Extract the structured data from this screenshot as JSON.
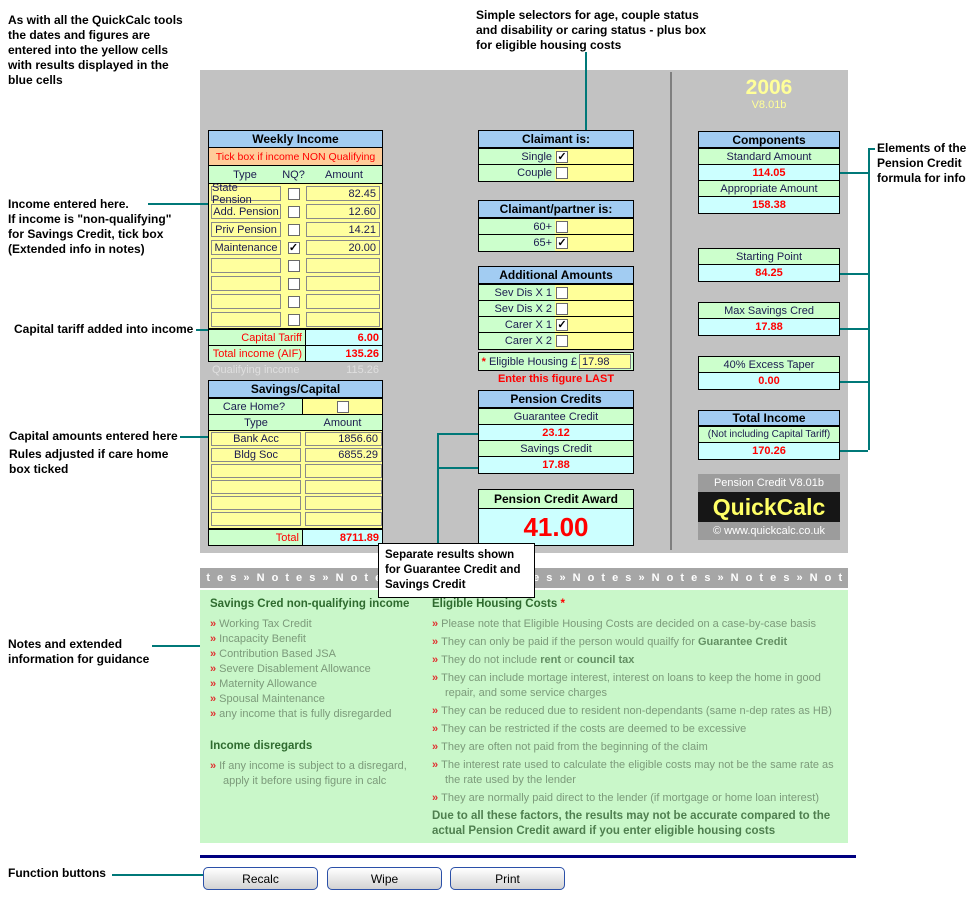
{
  "colors": {
    "panel_gray": "#C2C2C2",
    "header_blue": "#A2CCF2",
    "cell_green": "#CCFFCC",
    "cell_yellow": "#FFFF99",
    "result_blue": "#CCFFFF",
    "warning_orange": "#FFCC99",
    "value_red": "#FF0000",
    "teal_line": "#007878",
    "notes_green": "#C9F7C9",
    "navy_rule": "#000080",
    "title_yellow": "#FFFF99"
  },
  "annotations": {
    "top_left": [
      "As with all the QuickCalc tools",
      "the dates and figures are",
      "entered into the yellow cells",
      "with results displayed in the",
      "blue cells"
    ],
    "top_center": [
      "Simple selectors for age, couple status",
      "and disability or caring status - plus box",
      "for eligible housing costs"
    ],
    "right_formula": [
      "Elements of the",
      "Pension Credit",
      "formula for info"
    ],
    "income": [
      "Income entered here.",
      "If income is \"non-qualifying\"",
      "for Savings Credit, tick box",
      "(Extended info in notes)"
    ],
    "capital_tariff": "Capital tariff added into income",
    "capital_amounts": [
      "Capital amounts entered here",
      "Rules adjusted if care home",
      "box ticked"
    ],
    "notes": [
      "Notes and extended",
      "information for guidance"
    ],
    "function_buttons": "Function buttons",
    "callout": [
      "Separate results shown",
      "for Guarantee Credit and",
      "Savings Credit"
    ]
  },
  "title": {
    "year": "2006",
    "version": "V8.01b"
  },
  "weekly_income": {
    "header": "Weekly Income",
    "warning": "Tick box if income NON Qualifying",
    "columns": [
      "Type",
      "NQ?",
      "Amount"
    ],
    "rows": [
      {
        "type": "State Pension",
        "nq": false,
        "amount": "82.45"
      },
      {
        "type": "Add. Pension",
        "nq": false,
        "amount": "12.60"
      },
      {
        "type": "Priv Pension",
        "nq": false,
        "amount": "14.21"
      },
      {
        "type": "Maintenance",
        "nq": true,
        "amount": "20.00"
      },
      {
        "type": "",
        "nq": false,
        "amount": ""
      },
      {
        "type": "",
        "nq": false,
        "amount": ""
      },
      {
        "type": "",
        "nq": false,
        "amount": ""
      },
      {
        "type": "",
        "nq": false,
        "amount": ""
      }
    ],
    "capital_tariff": {
      "label": "Capital Tariff",
      "value": "6.00"
    },
    "total_income": {
      "label": "Total income (AIF)",
      "value": "135.26"
    },
    "qualifying": {
      "label": "Qualifying income",
      "value": "115.26"
    }
  },
  "savings_capital": {
    "header": "Savings/Capital",
    "care_home_label": "Care Home?",
    "care_home_checked": false,
    "columns": [
      "Type",
      "Amount"
    ],
    "rows": [
      {
        "type": "Bank Acc",
        "amount": "1856.60"
      },
      {
        "type": "Bldg Soc",
        "amount": "6855.29"
      },
      {
        "type": "",
        "amount": ""
      },
      {
        "type": "",
        "amount": ""
      },
      {
        "type": "",
        "amount": ""
      },
      {
        "type": "",
        "amount": ""
      }
    ],
    "total": {
      "label": "Total",
      "value": "8711.89"
    }
  },
  "claimant": {
    "header": "Claimant is:",
    "options": [
      {
        "label": "Single",
        "checked": true
      },
      {
        "label": "Couple",
        "checked": false
      }
    ]
  },
  "partner": {
    "header": "Claimant/partner is:",
    "options": [
      {
        "label": "60+",
        "checked": false
      },
      {
        "label": "65+",
        "checked": true
      }
    ]
  },
  "additional": {
    "header": "Additional Amounts",
    "options": [
      {
        "label": "Sev Dis X 1",
        "checked": false
      },
      {
        "label": "Sev Dis X 2",
        "checked": false
      },
      {
        "label": "Carer X 1",
        "checked": true
      },
      {
        "label": "Carer X 2",
        "checked": false
      }
    ],
    "eligible_housing": {
      "star": "*",
      "label": "Eligible Housing £",
      "value": "17.98"
    },
    "note": "Enter this figure LAST"
  },
  "pension_credits": {
    "header": "Pension Credits",
    "items": [
      {
        "label": "Guarantee Credit",
        "value": "23.12"
      },
      {
        "label": "Savings Credit",
        "value": "17.88"
      }
    ]
  },
  "award": {
    "header": "Pension Credit Award",
    "value": "41.00"
  },
  "components": {
    "header": "Components",
    "items": [
      {
        "label": "Standard Amount",
        "value": "114.05"
      },
      {
        "label": "Appropriate Amount",
        "value": "158.38"
      }
    ]
  },
  "formula_boxes": [
    {
      "label": "Starting Point",
      "value": "84.25"
    },
    {
      "label": "Max Savings Cred",
      "value": "17.88"
    },
    {
      "label": "40% Excess Taper",
      "value": "0.00"
    }
  ],
  "total_income_box": {
    "header": "Total Income",
    "subtitle": "(Not including Capital Tariff)",
    "value": "170.26"
  },
  "logo": {
    "top": "Pension Credit V8.01b",
    "name": "QuickCalc",
    "bottom": "© www.quickcalc.co.uk"
  },
  "notes_bar": "» N o t e s » N o t e s » N o t e s » N o t e s » N o t e s » N o t e s » N o t e s » N o t e s » N o t e s »",
  "notes": {
    "arrow": "»",
    "left": {
      "heading1": "Savings Cred non-qualifying income",
      "items1": [
        "Working Tax Credit",
        "Incapacity Benefit",
        "Contribution Based JSA",
        "Severe Disablement Allowance",
        "Maternity Allowance",
        "Spousal Maintenance",
        "any income that is fully disregarded"
      ],
      "heading2": "Income disregards",
      "items2": [
        "If any income is subject to a disregard, apply it before using figure in calc"
      ]
    },
    "right": {
      "heading": "Eligible Housing Costs",
      "heading_star": "*",
      "items": [
        {
          "pre": "Please note that Eligible Housing Costs are decided on a case-by-case basis",
          "b1": "",
          "mid": "",
          "b2": ""
        },
        {
          "pre": "They can only be paid if the person would quailfy for ",
          "b1": "Guarantee Credit",
          "mid": "",
          "b2": ""
        },
        {
          "pre": "They do not include ",
          "b1": "rent",
          "mid": " or ",
          "b2": "council tax"
        },
        {
          "pre": "They can include mortage interest, interest on loans to keep the home in good repair, and some service charges",
          "b1": "",
          "mid": "",
          "b2": ""
        },
        {
          "pre": "They can be reduced due to resident non-dependants (same n-dep rates as HB)",
          "b1": "",
          "mid": "",
          "b2": ""
        },
        {
          "pre": "They can be restricted if the costs are deemed to be excessive",
          "b1": "",
          "mid": "",
          "b2": ""
        },
        {
          "pre": "They are often not paid from the beginning of the claim",
          "b1": "",
          "mid": "",
          "b2": ""
        },
        {
          "pre": "The interest rate used to calculate the eligible costs may not be the same rate as the rate used by the lender",
          "b1": "",
          "mid": "",
          "b2": ""
        },
        {
          "pre": "They are normally paid direct to the lender (if mortgage or home loan interest)",
          "b1": "",
          "mid": "",
          "b2": ""
        }
      ],
      "footer": "Due to all these factors, the results may not be accurate compared to the actual Pension Credit award if you enter eligible housing costs"
    }
  },
  "buttons": [
    {
      "label": "Recalc"
    },
    {
      "label": "Wipe"
    },
    {
      "label": "Print"
    }
  ]
}
